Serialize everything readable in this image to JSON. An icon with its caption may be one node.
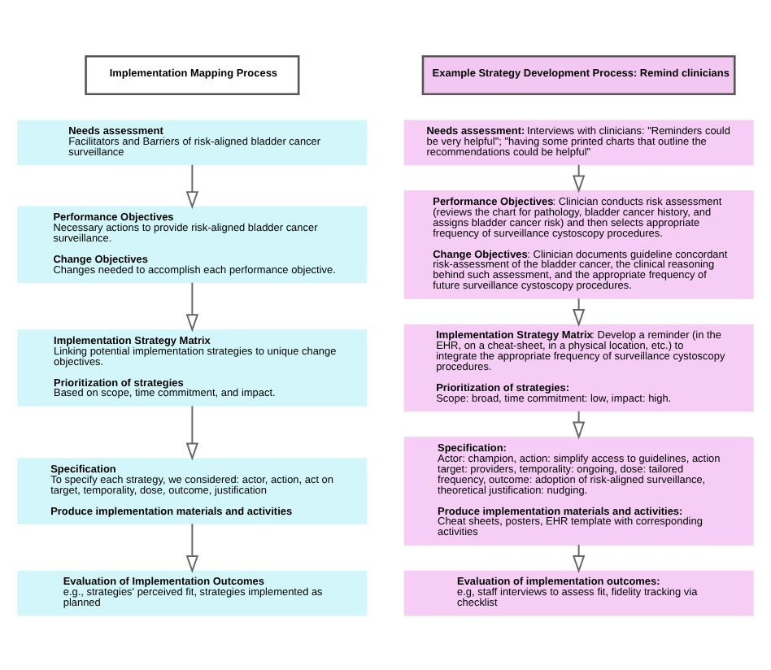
{
  "diagram": {
    "nodes": [
      {
        "text": [
          "Implementation Mapping Process"
        ]
      },
      {
        "text": [
          "Needs assessment",
          "Facilitators and Barriers of risk-aligned bladder cancer surveillance"
        ]
      },
      {
        "text": [
          "Performance Objectives",
          "Necessary actions to provide risk-aligned bladder cancer surveillance.",
          "Change Objectives",
          "Changes needed to accomplish each performance objective."
        ]
      },
      {
        "text": [
          "Implementation Strategy Matrix",
          "Linking potential implementation strategies to unique change objectives.",
          "Prioritization of strategies",
          "Based on scope, time commitment, and impact."
        ]
      },
      {
        "text": [
          "Specification",
          "To specify each strategy, we considered: actor, action, act on target, temporality, dose, outcome, justification",
          "Produce implementation materials and activities"
        ]
      },
      {
        "text": [
          "Evaluation of Implementation Outcomes",
          "e.g., strategies' perceived fit, strategies implemented as planned"
        ]
      },
      {
        "text": [
          "Example Strategy Development Process: Remind clinicians"
        ]
      },
      {
        "text": [
          "Needs assessment:",
          "Interviews with clinicians: \"Reminders could be very helpful\"; \"having some printed charts that outline the recommendations could be helpful\""
        ]
      },
      {
        "text": [
          "Performance Objectives",
          ": Clinician conducts risk assessment (reviews the chart for pathology, bladder cancer history, and assigns bladder cancer risk) and then selects appropriate frequency of surveillance cystoscopy procedures.",
          "Change Objectives",
          ": Clinician documents guideline concordant risk-assessment of the bladder cancer, the clinical reasoning behind such assessment, and the appropriate frequency of future surveillance cystoscopy procedures."
        ]
      },
      {
        "text": [
          "Implementation Strategy Matrix",
          ": Develop a reminder (in the EHR, on a cheat-sheet, in a physical location, etc.) to integrate the appropriate frequency of surveillance cystoscopy procedures.",
          "Prioritization of strategies",
          ":",
          "Scope: broad, time commitment: low, impact: high."
        ]
      },
      {
        "text": [
          "Specification:",
          "Actor: champion, action: simplify access to guidelines, action target: providers, temporality: ongoing, dose: tailored frequency, outcome: adoption of risk-aligned surveillance, theoretical justification: nudging.",
          "Produce implementation materials and activities:",
          "Cheat sheets, posters, EHR template with corresponding activities"
        ]
      },
      {
        "text": [
          "Evaluation of implementation outcomes:",
          "e.g, staff interviews to assess fit, fidelity tracking via checklist"
        ]
      }
    ],
    "edges": [
      {
        "from": 1,
        "to": 2,
        "arrow": "to"
      },
      {
        "from": 2,
        "to": 3,
        "arrow": "to"
      },
      {
        "from": 3,
        "to": 4,
        "arrow": "to"
      },
      {
        "from": 4,
        "to": 5,
        "arrow": "to"
      },
      {
        "from": 7,
        "to": 8,
        "arrow": "to"
      },
      {
        "from": 8,
        "to": 9,
        "arrow": "to"
      },
      {
        "from": 9,
        "to": 10,
        "arrow": "to"
      },
      {
        "from": 10,
        "to": 11,
        "arrow": "to"
      }
    ]
  }
}
